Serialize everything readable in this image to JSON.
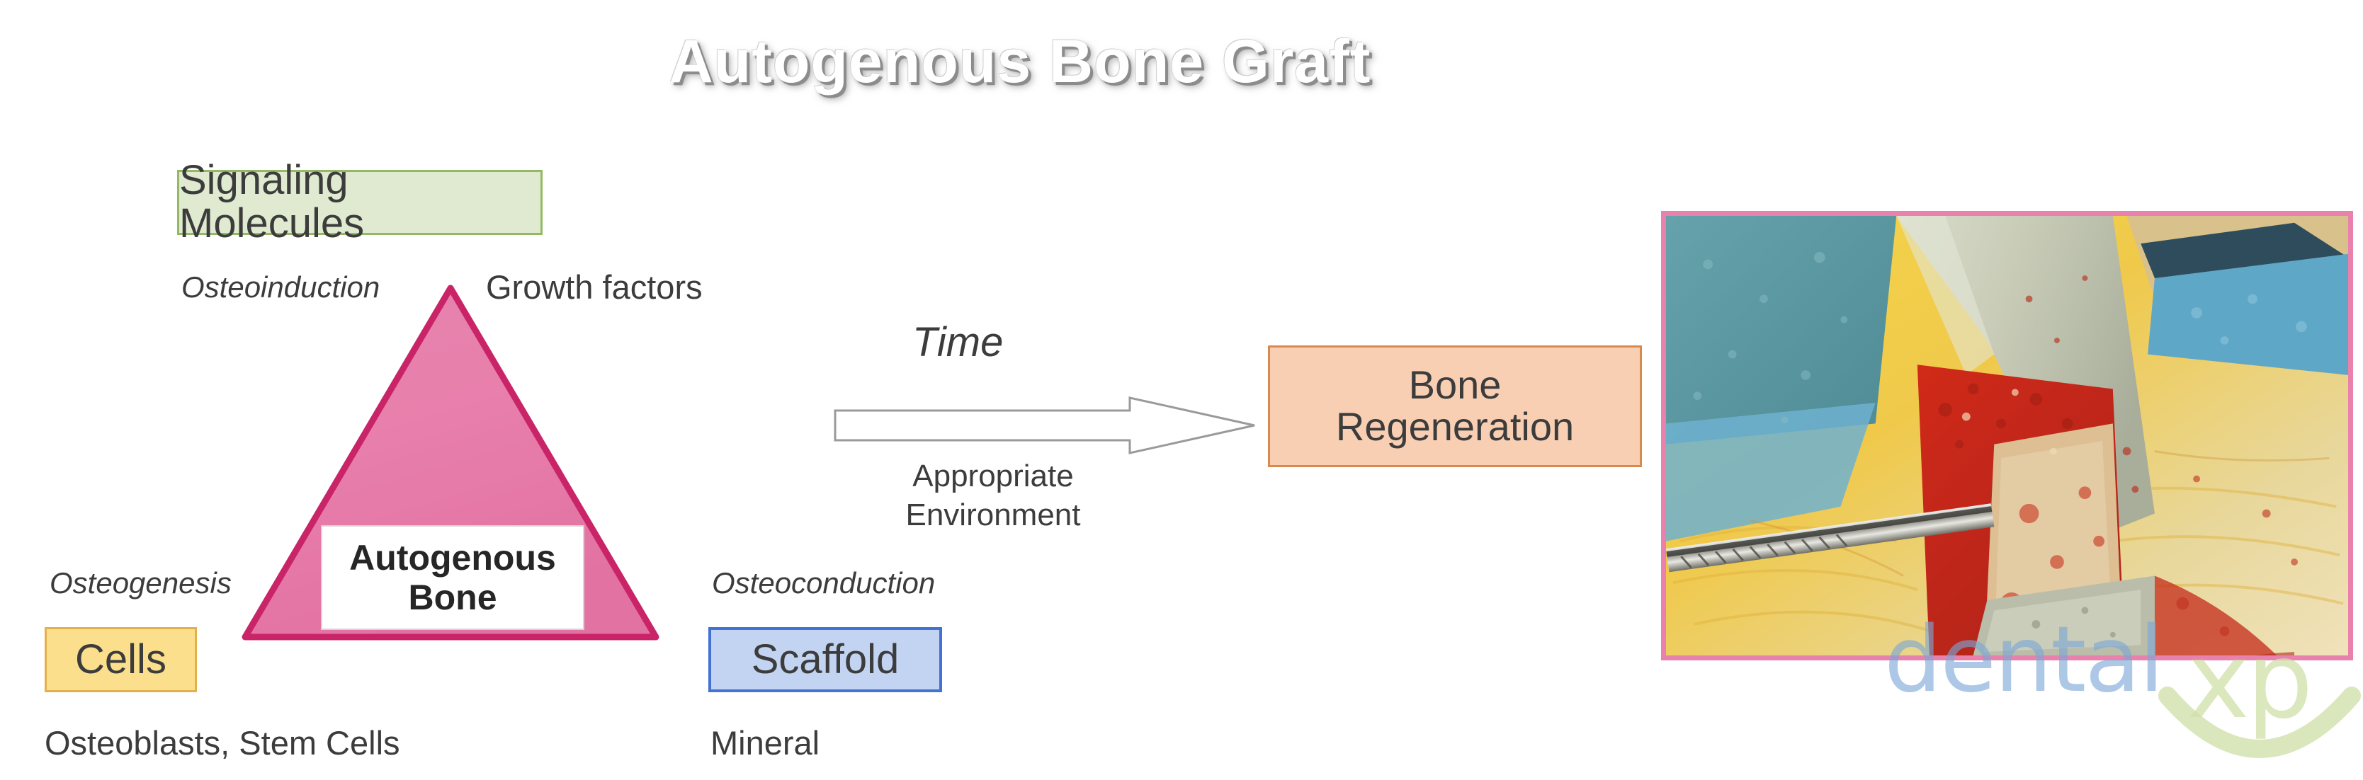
{
  "title": "Autogenous Bone Graft",
  "triangle": {
    "center_label_lines": [
      "Autogenous",
      "Bone"
    ],
    "fill_color": "#e87fac",
    "border_color": "#c92468"
  },
  "vertices": {
    "top": {
      "box_label": "Signaling Molecules",
      "box_fill": "#dfead0",
      "box_border": "#93ba63",
      "mechanism": "Osteoinduction",
      "example": "Growth factors"
    },
    "left": {
      "box_label": "Cells",
      "box_fill": "#fbdf8c",
      "box_border": "#e3b14b",
      "mechanism": "Osteogenesis",
      "example": "Osteoblasts, Stem Cells"
    },
    "right": {
      "box_label": "Scaffold",
      "box_fill": "#c2d4f2",
      "box_border": "#4472d4",
      "mechanism": "Osteoconduction",
      "example": "Mineral"
    }
  },
  "process": {
    "arrow_top_label": "Time",
    "arrow_bottom_lines": [
      "Appropriate",
      "Environment"
    ],
    "arrow_icon": "right-arrow-icon"
  },
  "outcome": {
    "label_lines": [
      "Bone",
      "Regeneration"
    ],
    "box_fill": "#f8cfb3",
    "box_border": "#d9894c"
  },
  "photo": {
    "name": "surgical-bone-graft-photo",
    "border_color": "#e882ad"
  },
  "watermark": {
    "text_primary": "dental",
    "text_secondary": "xp",
    "color_primary": "#7ba7d7",
    "color_secondary": "#cfdfa8"
  }
}
